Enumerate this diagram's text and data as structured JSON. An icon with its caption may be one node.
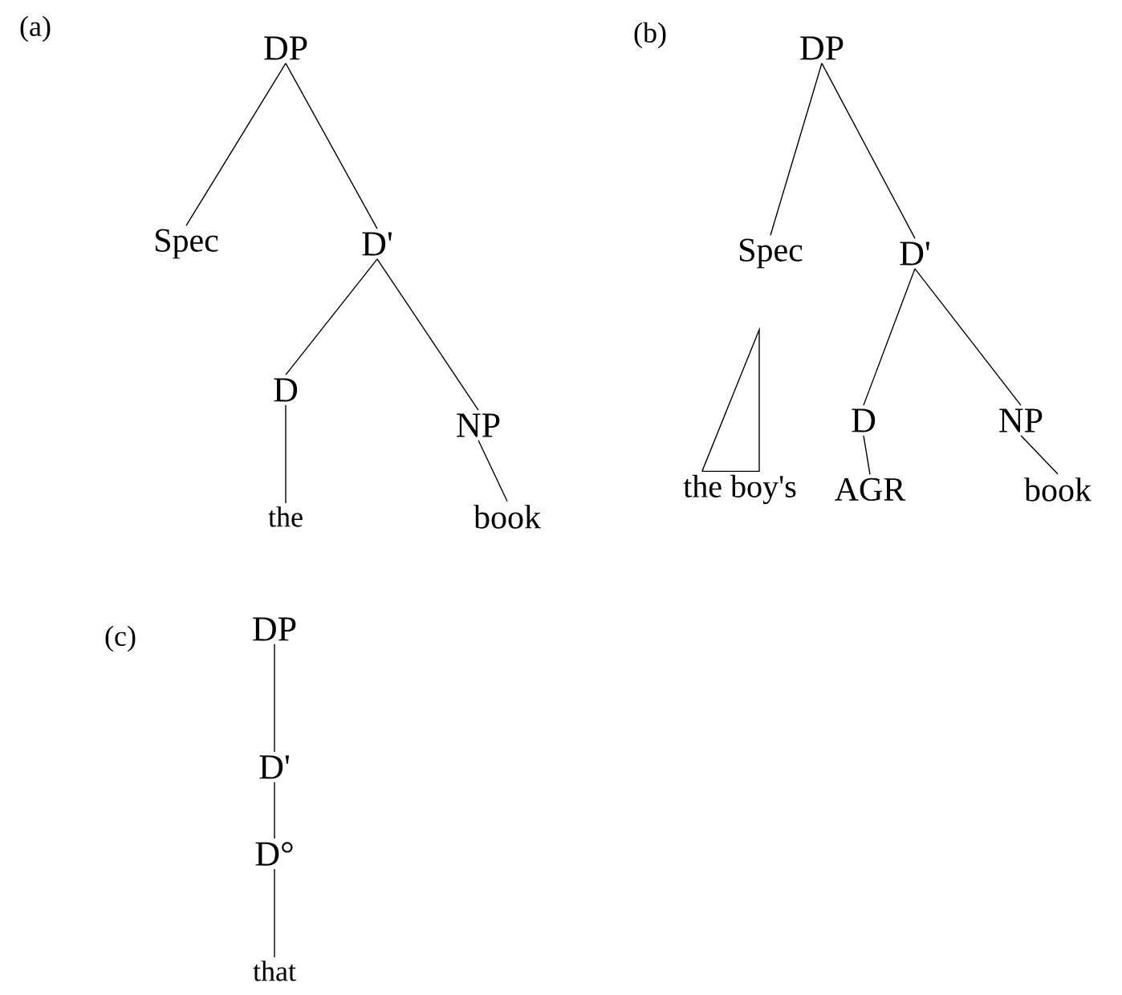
{
  "diagram": {
    "nodes": [
      {
        "text": [
          "DP"
        ]
      },
      {
        "text": [
          "Spec"
        ]
      },
      {
        "text": [
          "D'"
        ]
      },
      {
        "text": [
          "D"
        ]
      },
      {
        "text": [
          "NP"
        ]
      },
      {
        "text": [
          "the"
        ]
      },
      {
        "text": [
          "book"
        ]
      },
      {
        "text": [
          "DP"
        ]
      },
      {
        "text": [
          "Spec"
        ]
      },
      {
        "text": [
          "D'"
        ]
      },
      {
        "text": [
          "the boy's"
        ]
      },
      {
        "text": [
          "D"
        ]
      },
      {
        "text": [
          "AGR"
        ]
      },
      {
        "text": [
          "NP"
        ]
      },
      {
        "text": [
          "book"
        ]
      },
      {
        "text": [
          "DP"
        ]
      },
      {
        "text": [
          "D'"
        ]
      },
      {
        "text": [
          "D°"
        ]
      },
      {
        "text": [
          "that"
        ]
      }
    ],
    "edges": [
      {
        "from": 0,
        "to": 1,
        "arrow": "none"
      },
      {
        "from": 0,
        "to": 2,
        "arrow": "none"
      },
      {
        "from": 2,
        "to": 3,
        "arrow": "none"
      },
      {
        "from": 2,
        "to": 4,
        "arrow": "none"
      },
      {
        "from": 3,
        "to": 5,
        "arrow": "none"
      },
      {
        "from": 4,
        "to": 6,
        "arrow": "none"
      },
      {
        "from": 7,
        "to": 8,
        "arrow": "none"
      },
      {
        "from": 7,
        "to": 9,
        "arrow": "none"
      },
      {
        "from": 8,
        "to": 10,
        "arrow": "none"
      },
      {
        "from": 9,
        "to": 11,
        "arrow": "none"
      },
      {
        "from": 9,
        "to": 13,
        "arrow": "none"
      },
      {
        "from": 11,
        "to": 12,
        "arrow": "none"
      },
      {
        "from": 13,
        "to": 14,
        "arrow": "none"
      },
      {
        "from": 15,
        "to": 16,
        "arrow": "none"
      },
      {
        "from": 16,
        "to": 17,
        "arrow": "none"
      },
      {
        "from": 17,
        "to": 18,
        "arrow": "none"
      }
    ],
    "labels": [
      "(a)",
      "(b)",
      "(c)"
    ]
  }
}
